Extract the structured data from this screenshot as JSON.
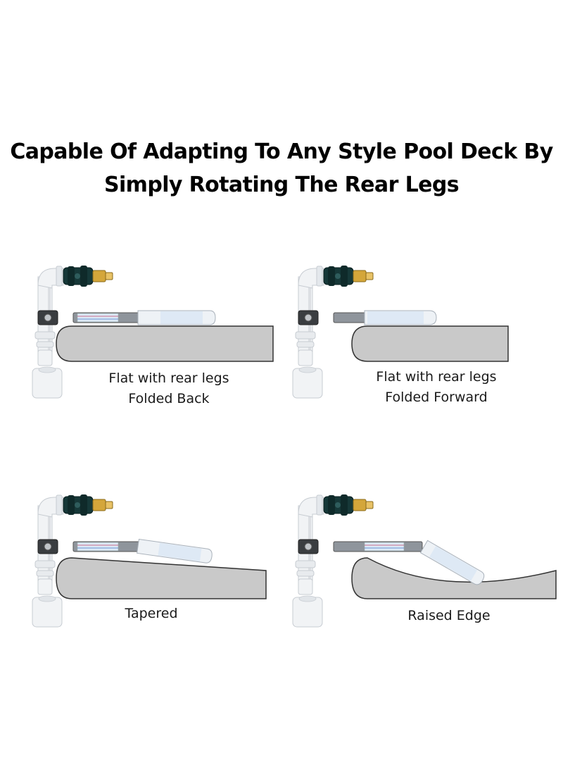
{
  "headline": {
    "line1": "Capable Of Adapting To Any Style Pool Deck By",
    "line2": "Simply Rotating The Rear Legs"
  },
  "panels": [
    {
      "caption_line1": "Flat with rear legs",
      "caption_line2": "Folded Back",
      "deck_style": "flat"
    },
    {
      "caption_line1": "Flat with rear legs",
      "caption_line2": "Folded Forward",
      "deck_style": "flat"
    },
    {
      "caption_line1": "Tapered",
      "deck_style": "tapered"
    },
    {
      "caption_line1": "Raised Edge",
      "deck_style": "raised-edge"
    }
  ],
  "colors": {
    "deck_fill": "#c9c9c9",
    "deck_stroke": "#333333",
    "pipe": "#f1f3f5",
    "pipe_shadow": "#c7ccd2",
    "valve": "#163838",
    "brass": "#d4a63a",
    "steel": "#8f959c",
    "grip": "#dbe8f5"
  }
}
